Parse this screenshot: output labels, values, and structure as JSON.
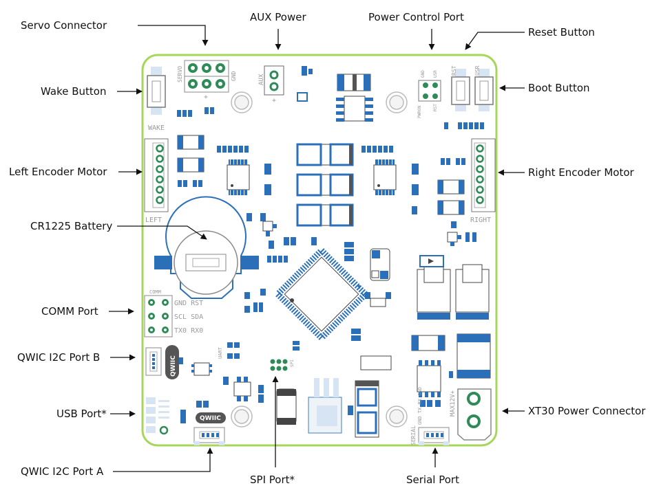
{
  "callouts": {
    "servo_connector": "Servo Connector",
    "aux_power": "AUX Power",
    "power_control_port": "Power Control Port",
    "reset_button": "Reset Button",
    "wake_button": "Wake Button",
    "boot_button": "Boot Button",
    "left_encoder_motor": "Left Encoder Motor",
    "right_encoder_motor": "Right Encoder Motor",
    "cr1225_battery": "CR1225 Battery",
    "comm_port": "COMM Port",
    "qwic_port_b": "QWIC I2C Port B",
    "usb_port": "USB Port*",
    "xt30_power_connector": "XT30 Power Connector",
    "qwic_port_a": "QWIC I2C Port A",
    "spi_port": "SPI Port*",
    "serial_port": "Serial Port"
  },
  "silkscreen": {
    "wake": "WAKE",
    "left": "LEFT",
    "right": "RIGHT",
    "servo": "SERVO",
    "gnd": "GND",
    "aux": "AUX",
    "plus": "+",
    "rst": "RST",
    "usr": "USR",
    "pwron": "PWRON",
    "comm": "COMM",
    "gnd_rst": "GND RST",
    "scl_sda": "SCL  SDA",
    "tx0_rx0": "TX0 RX0",
    "qwiic": "QWIIC",
    "uart": "UART",
    "spi": "SPI",
    "serial": "SERIAL",
    "serial_pins": "GND TX RX GND",
    "max12v": "MAX12V+"
  },
  "colors": {
    "board_outline": "#a6d65a",
    "pad_blue": "#2a6fb8",
    "pad_green": "#2e8b57",
    "silk_gray": "#9a9a9a",
    "chip_blue": "#3a7cc4"
  }
}
